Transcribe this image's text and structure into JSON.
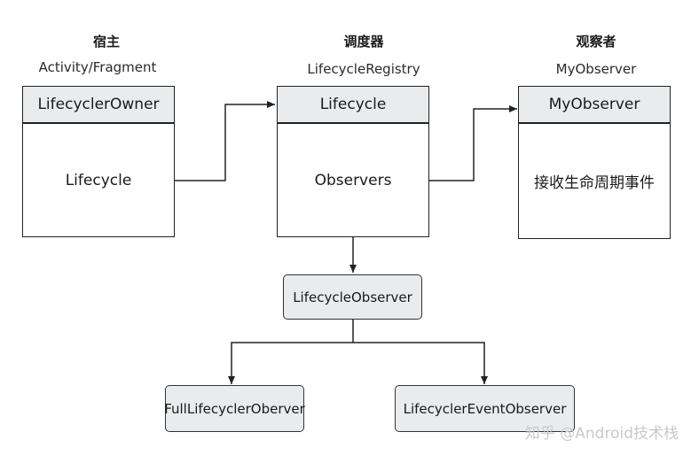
{
  "columns": {
    "host": {
      "title": "宿主",
      "subtitle": "Activity/Fragment"
    },
    "dispatcher": {
      "title": "调度器",
      "subtitle": "LifecycleRegistry"
    },
    "observer": {
      "title": "观察者",
      "subtitle": "MyObserver"
    }
  },
  "boxes": {
    "owner": {
      "header": "LifecyclerOwner",
      "body": "Lifecycle"
    },
    "lifecycle": {
      "header": "Lifecycle",
      "body": "Observers"
    },
    "my_observer": {
      "header": "MyObserver",
      "body": "接收生命周期事件"
    }
  },
  "nodes": {
    "lifecycle_observer": "LifecycleObserver",
    "full_observer": "FullLifecyclerOberver",
    "event_observer": "LifecyclerEventObserver"
  },
  "watermark": "知乎 @Android技术栈",
  "colors": {
    "header_fill": "#e9ebec",
    "line": "#222222",
    "node_fill": "#e9ebec"
  }
}
